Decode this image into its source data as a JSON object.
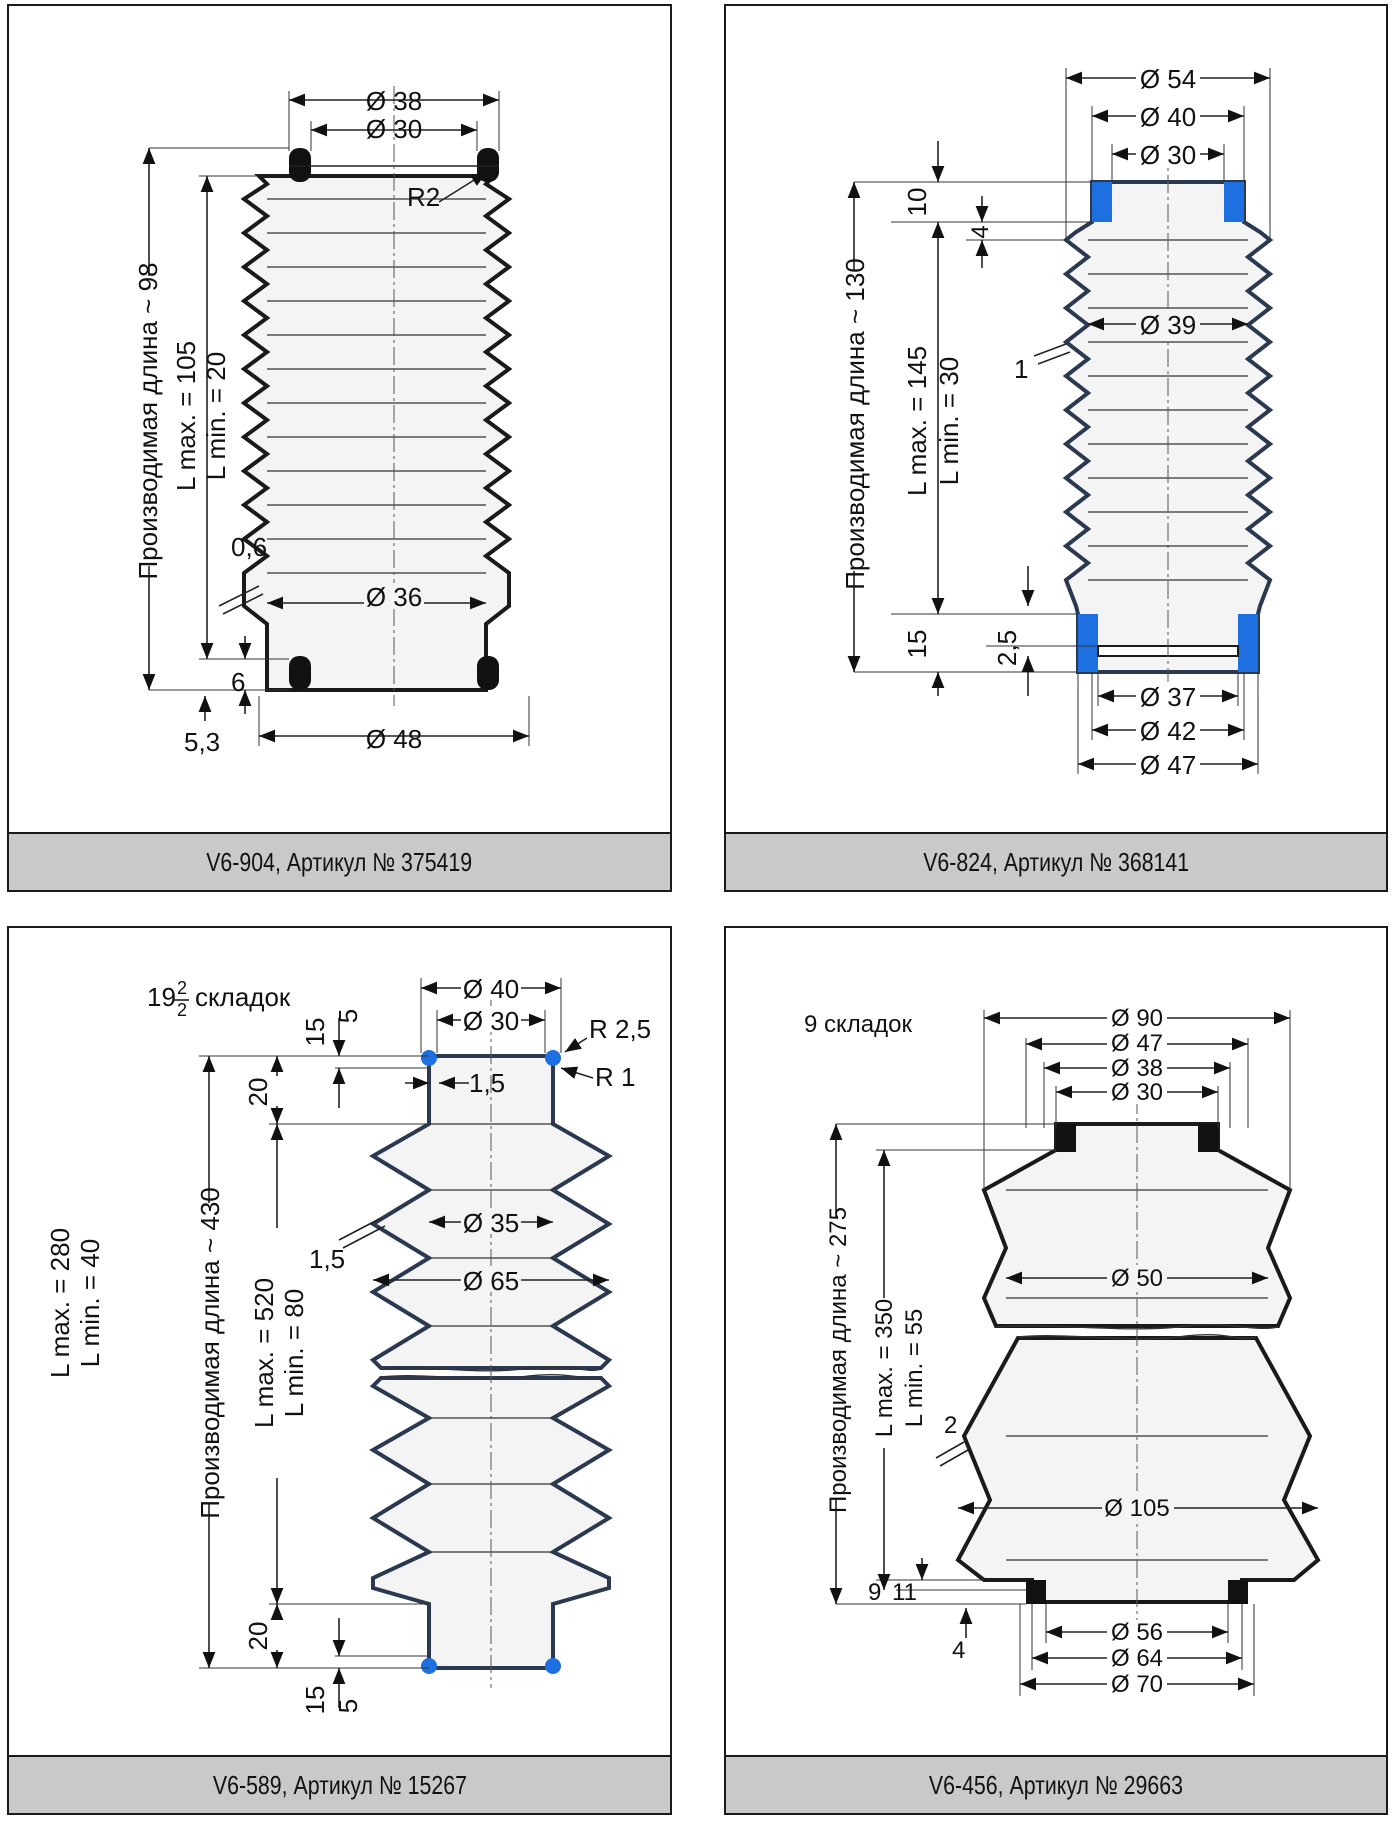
{
  "panels": [
    {
      "caption": "V6-904, Артикул № 375419",
      "labels": {
        "d38": "Ø 38",
        "d30": "Ø 30",
        "r2": "R2",
        "d36": "Ø 36",
        "d48": "Ø 48",
        "t06": "0,6",
        "h6": "6",
        "h53": "5,3",
        "prod_len": "Производимая длина ~ 98",
        "lmax": "L max. = 105",
        "lmin": "L min.  =  20"
      }
    },
    {
      "caption": "V6-824, Артикул № 368141",
      "labels": {
        "d54": "Ø 54",
        "d40": "Ø 40",
        "d30": "Ø 30",
        "d39": "Ø 39",
        "d37": "Ø 37",
        "d42": "Ø 42",
        "d47": "Ø 47",
        "h10": "10",
        "h4": "4",
        "t1": "1",
        "h15": "15",
        "h25": "2,5",
        "prod_len": "Производимая длина ~ 130",
        "lmax": "L max. = 145",
        "lmin": "L min.  = 30"
      }
    },
    {
      "caption": "V6-589, Артикул № 15267",
      "labels": {
        "folds_whole": "19",
        "folds_num": "2",
        "folds_den": "2",
        "folds_word": "складок",
        "d40": "Ø 40",
        "d30": "Ø 30",
        "r25": "R 2,5",
        "r1": "R 1",
        "w15": "1,5",
        "d35": "Ø 35",
        "d65": "Ø 65",
        "t15": "1,5",
        "h15a": "15",
        "h5a": "5",
        "h20a": "20",
        "h20b": "20",
        "h15b": "15",
        "h5b": "5",
        "prod_len": "Производимая длина ~ 430",
        "lmax": "L max. = 520",
        "lmin": "L min.  = 80",
        "lmax2": "L max. = 280",
        "lmin2": "L min.  = 40"
      }
    },
    {
      "caption": "V6-456, Артикул № 29663",
      "labels": {
        "folds": "9 складок",
        "d90": "Ø 90",
        "d47": "Ø 47",
        "d38": "Ø 38",
        "d30": "Ø 30",
        "d50": "Ø 50",
        "d105": "Ø 105",
        "d56": "Ø 56",
        "d64": "Ø 64",
        "d70": "Ø 70",
        "t2": "2",
        "h9": "9",
        "h11": "11",
        "h4": "4",
        "prod_len": "Производимая длина ~ 275",
        "lmax": "L max. = 350",
        "lmin": "L min.  =  55"
      }
    }
  ],
  "colors": {
    "seal_blue": "#1e6fe0",
    "ring_black": "#111111",
    "caption_bg": "#c9c9c9"
  }
}
